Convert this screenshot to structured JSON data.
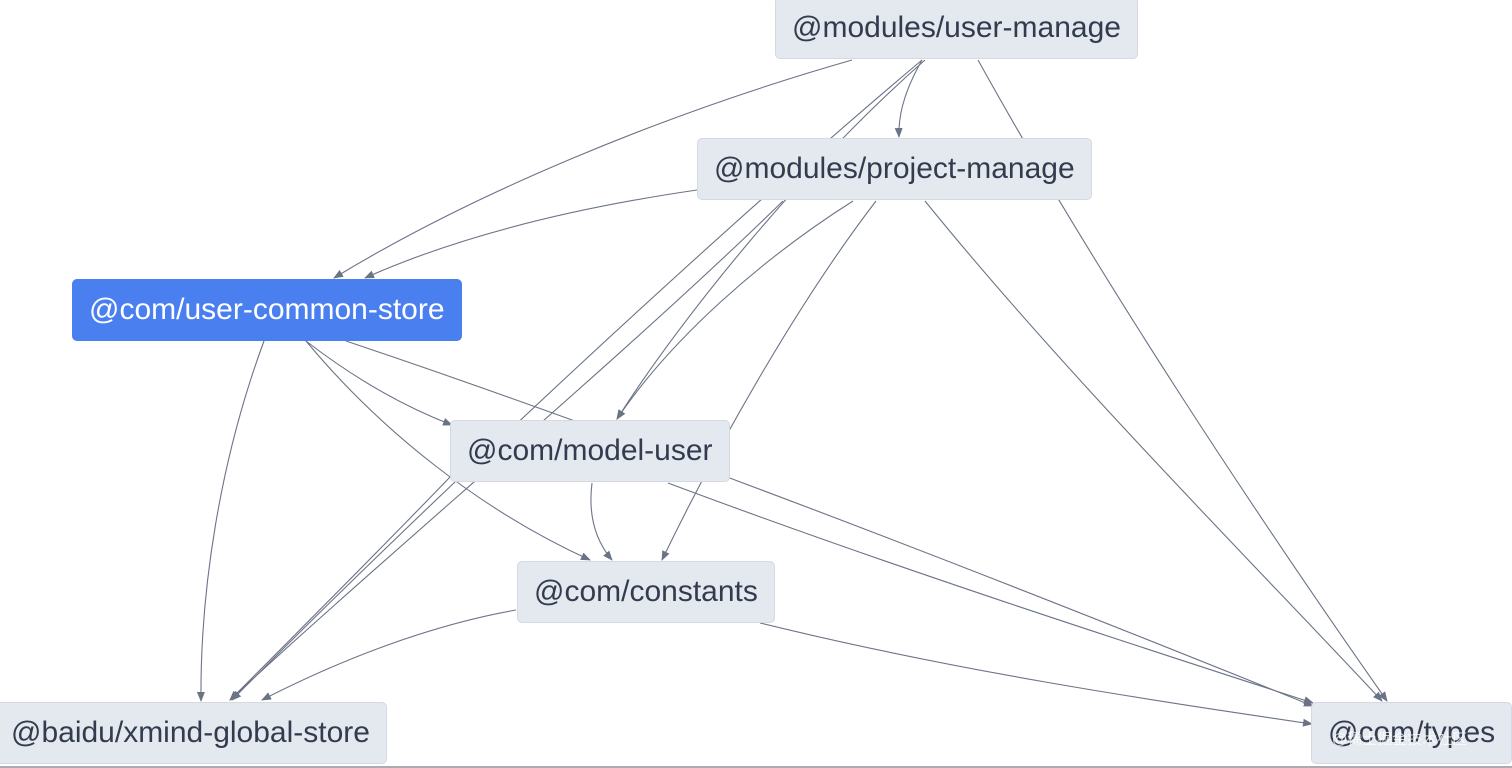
{
  "diagram": {
    "nodes": [
      {
        "id": "user-manage",
        "label": "@modules/user-manage",
        "selected": false
      },
      {
        "id": "project-manage",
        "label": "@modules/project-manage",
        "selected": false
      },
      {
        "id": "user-common-store",
        "label": "@com/user-common-store",
        "selected": true
      },
      {
        "id": "model-user",
        "label": "@com/model-user",
        "selected": false
      },
      {
        "id": "constants",
        "label": "@com/constants",
        "selected": false
      },
      {
        "id": "xmind-global-store",
        "label": "@baidu/xmind-global-store",
        "selected": false
      },
      {
        "id": "types",
        "label": "@com/types",
        "selected": false
      }
    ],
    "edges": [
      {
        "from": "user-manage",
        "to": "project-manage"
      },
      {
        "from": "user-manage",
        "to": "user-common-store"
      },
      {
        "from": "user-manage",
        "to": "model-user"
      },
      {
        "from": "user-manage",
        "to": "xmind-global-store"
      },
      {
        "from": "user-manage",
        "to": "types"
      },
      {
        "from": "project-manage",
        "to": "user-common-store"
      },
      {
        "from": "project-manage",
        "to": "model-user"
      },
      {
        "from": "project-manage",
        "to": "constants"
      },
      {
        "from": "project-manage",
        "to": "xmind-global-store"
      },
      {
        "from": "project-manage",
        "to": "types"
      },
      {
        "from": "user-common-store",
        "to": "model-user"
      },
      {
        "from": "user-common-store",
        "to": "constants"
      },
      {
        "from": "user-common-store",
        "to": "xmind-global-store"
      },
      {
        "from": "user-common-store",
        "to": "types"
      },
      {
        "from": "model-user",
        "to": "constants"
      },
      {
        "from": "model-user",
        "to": "xmind-global-store"
      },
      {
        "from": "model-user",
        "to": "types"
      },
      {
        "from": "constants",
        "to": "xmind-global-store"
      },
      {
        "from": "constants",
        "to": "types"
      }
    ],
    "colors": {
      "edge": "#6b7486",
      "node_bg": "#e4e8ef",
      "node_text": "#333c4e",
      "selected_bg": "#4a7ff0",
      "selected_text": "#ffffff"
    }
  },
  "watermark": "@稀土掘金技术社区"
}
